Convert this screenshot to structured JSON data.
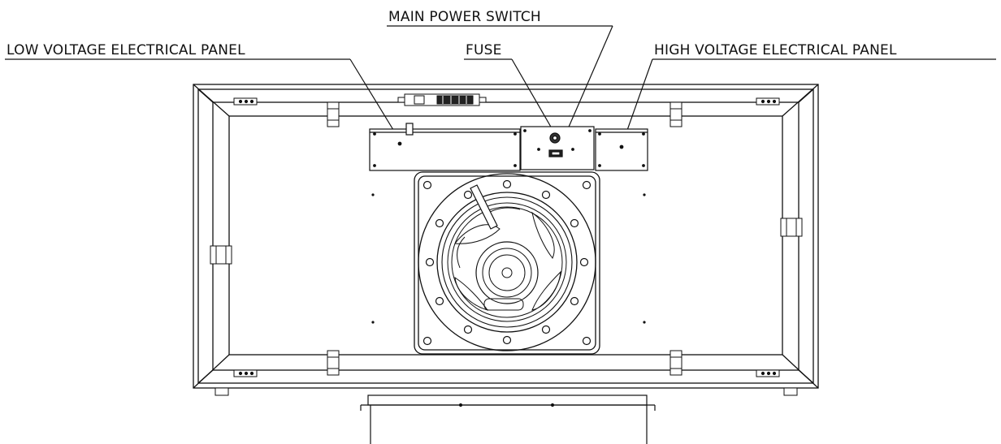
{
  "labels": {
    "main_power_switch": "MAIN POWER SWITCH",
    "low_voltage_panel": "LOW VOLTAGE ELECTRICAL PANEL",
    "fuse": "FUSE",
    "high_voltage_panel": "HIGH VOLTAGE ELECTRICAL PANEL"
  },
  "colors": {
    "line": "#111111",
    "background": "#ffffff"
  }
}
